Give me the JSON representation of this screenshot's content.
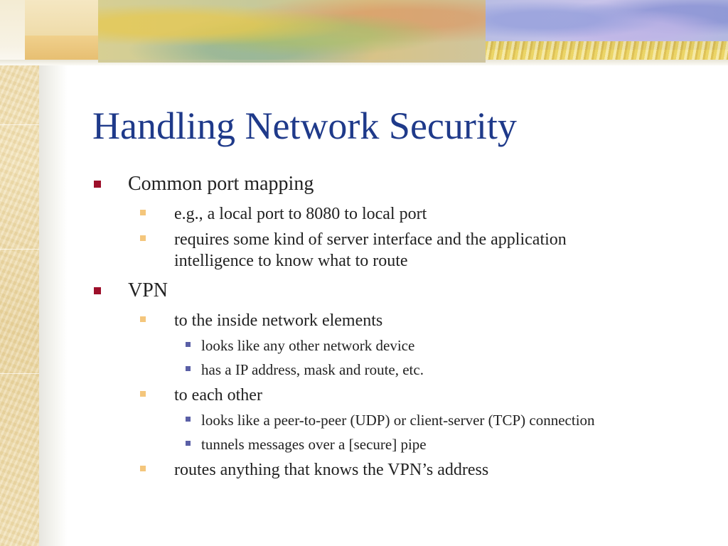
{
  "slide": {
    "title": "Handling Network Security",
    "bullets": [
      {
        "level": 1,
        "text": "Common port mapping"
      },
      {
        "level": 2,
        "text": "e.g., a local port to 8080 to local port"
      },
      {
        "level": 2,
        "text": "requires some kind of server interface and the application"
      },
      {
        "level": 2,
        "text": "intelligence to know what to route"
      },
      {
        "level": 1,
        "text": "VPN"
      },
      {
        "level": 2,
        "text": "to the inside network elements"
      },
      {
        "level": 3,
        "text": "looks like any other network device"
      },
      {
        "level": 3,
        "text": "has a IP address, mask and route, etc."
      },
      {
        "level": 2,
        "text": "to each other"
      },
      {
        "level": 3,
        "text": "looks like a peer-to-peer (UDP) or client-server (TCP) connection"
      },
      {
        "level": 3,
        "text": "tunnels messages over a [secure] pipe"
      },
      {
        "level": 2,
        "text": "routes anything that knows the VPN’s address"
      }
    ]
  },
  "colors": {
    "title": "#1f3a8a",
    "level1_bullet": "#9d0f2a",
    "level2_bullet": "#f4c67c",
    "level3_bullet": "#5a5fa6",
    "body_text": "#222222"
  }
}
